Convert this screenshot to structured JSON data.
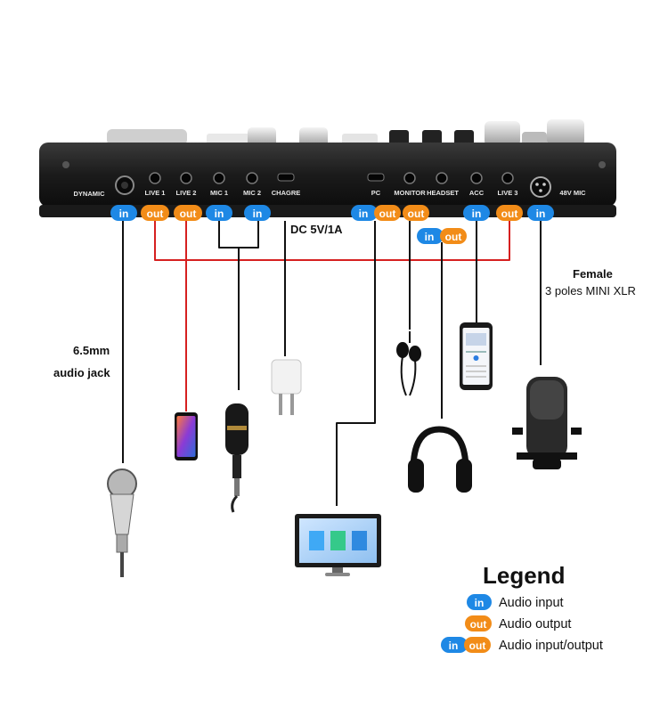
{
  "device": {
    "ports": [
      {
        "label": "DYNAMIC"
      },
      {
        "label": "LIVE 1"
      },
      {
        "label": "LIVE 2"
      },
      {
        "label": "MIC 1"
      },
      {
        "label": "MIC 2"
      },
      {
        "label": "CHAGRE"
      },
      {
        "label": "PC"
      },
      {
        "label": "MONITOR"
      },
      {
        "label": "HEADSET"
      },
      {
        "label": "ACC"
      },
      {
        "label": "LIVE 3"
      },
      {
        "label": "48V MIC"
      }
    ]
  },
  "badges": {
    "in": "in",
    "out": "out"
  },
  "notes": {
    "dc": "DC 5V/1A",
    "jack_line1": "6.5mm",
    "jack_line2": "audio jack",
    "xlr_line1": "Female",
    "xlr_line2": "3 poles MINI XLR"
  },
  "legend": {
    "title": "Legend",
    "items": [
      {
        "text": "Audio input"
      },
      {
        "text": "Audio output"
      },
      {
        "text": "Audio input/output"
      }
    ]
  },
  "colors": {
    "in": "#1e88e5",
    "out": "#f28c18",
    "red_wire": "#d62020",
    "black_wire": "#111111"
  }
}
